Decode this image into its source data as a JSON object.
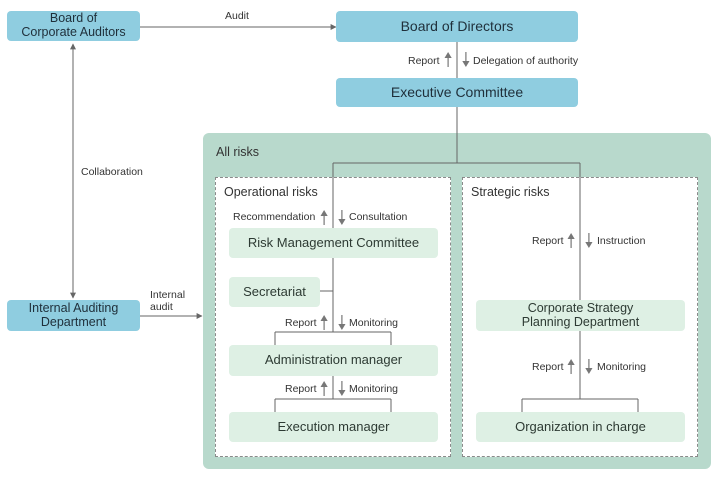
{
  "nodes": {
    "board_corporate_auditors": "Board of\nCorporate Auditors",
    "board_directors": "Board of Directors",
    "executive_committee": "Executive Committee",
    "internal_auditing": "Internal Auditing\nDepartment",
    "risk_mgmt_committee": "Risk Management Committee",
    "secretariat": "Secretariat",
    "administration_manager": "Administration manager",
    "execution_manager": "Execution manager",
    "corporate_strategy": "Corporate Strategy\nPlanning Department",
    "organization_in_charge": "Organization in charge"
  },
  "regions": {
    "all_risks": "All risks",
    "operational_risks": "Operational risks",
    "strategic_risks": "Strategic risks"
  },
  "labels": {
    "audit": "Audit",
    "report_top": "Report",
    "delegation": "Delegation of authority",
    "collaboration": "Collaboration",
    "internal_audit": "Internal\naudit",
    "recommendation": "Recommendation",
    "consultation": "Consultation",
    "report_adm": "Report",
    "monitoring_adm": "Monitoring",
    "report_exec": "Report",
    "monitoring_exec": "Monitoring",
    "report_strat": "Report",
    "instruction": "Instruction",
    "report_org": "Report",
    "monitoring_org": "Monitoring"
  },
  "colors": {
    "blue_node": "#8fcde0",
    "green_region": "#b8d9cc",
    "light_green_node": "#def0e4",
    "line": "#666666"
  }
}
